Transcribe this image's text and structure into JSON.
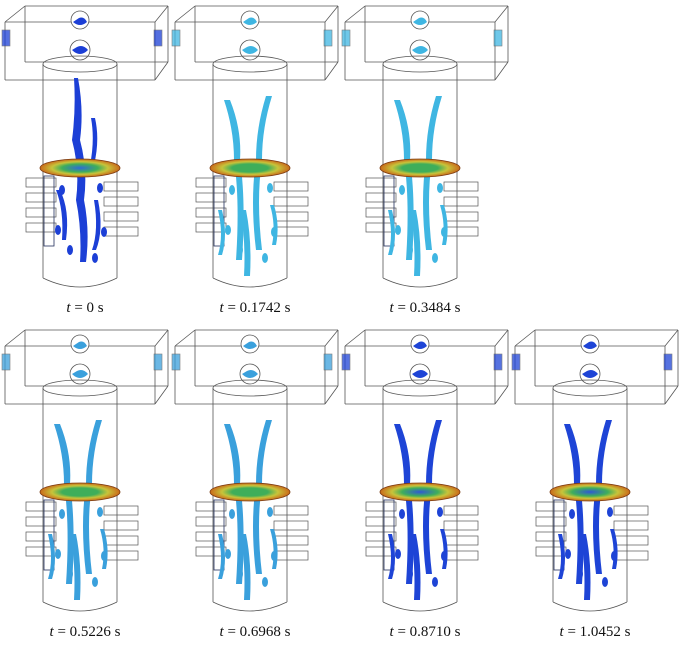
{
  "colors": {
    "outline": "#555555",
    "vortex_dark_blue": "#1c3fd6",
    "vortex_light_blue": "#39a6df",
    "vortex_medium_blue": "#2d74d8",
    "disk_outer": "#c96a1a",
    "disk_mid": "#c8c43a",
    "disk_inner": "#3fae5a"
  },
  "panels": [
    {
      "label_var": "t",
      "label_value": " = 0 s",
      "vortex_color": "#1c3fd6",
      "disk_center": "#2e6ad8",
      "form": "central"
    },
    {
      "label_var": "t",
      "label_value": " = 0.1742 s",
      "vortex_color": "#3fb6e2",
      "disk_center": "#3fae5a",
      "form": "fork"
    },
    {
      "label_var": "t",
      "label_value": " = 0.3484 s",
      "vortex_color": "#3fb6e2",
      "disk_center": "#3fae5a",
      "form": "fork"
    },
    {
      "label_var": "t",
      "label_value": " = 0.5226 s",
      "vortex_color": "#3aa0dc",
      "disk_center": "#3fae5a",
      "form": "fork"
    },
    {
      "label_var": "t",
      "label_value": " = 0.6968 s",
      "vortex_color": "#3aa0dc",
      "disk_center": "#3fae5a",
      "form": "fork"
    },
    {
      "label_var": "t",
      "label_value": " = 0.8710 s",
      "vortex_color": "#1e44d6",
      "disk_center": "#2f58d6",
      "form": "fork"
    },
    {
      "label_var": "t",
      "label_value": " = 1.0452 s",
      "vortex_color": "#1e44d6",
      "disk_center": "#2f58d6",
      "form": "fork"
    }
  ]
}
